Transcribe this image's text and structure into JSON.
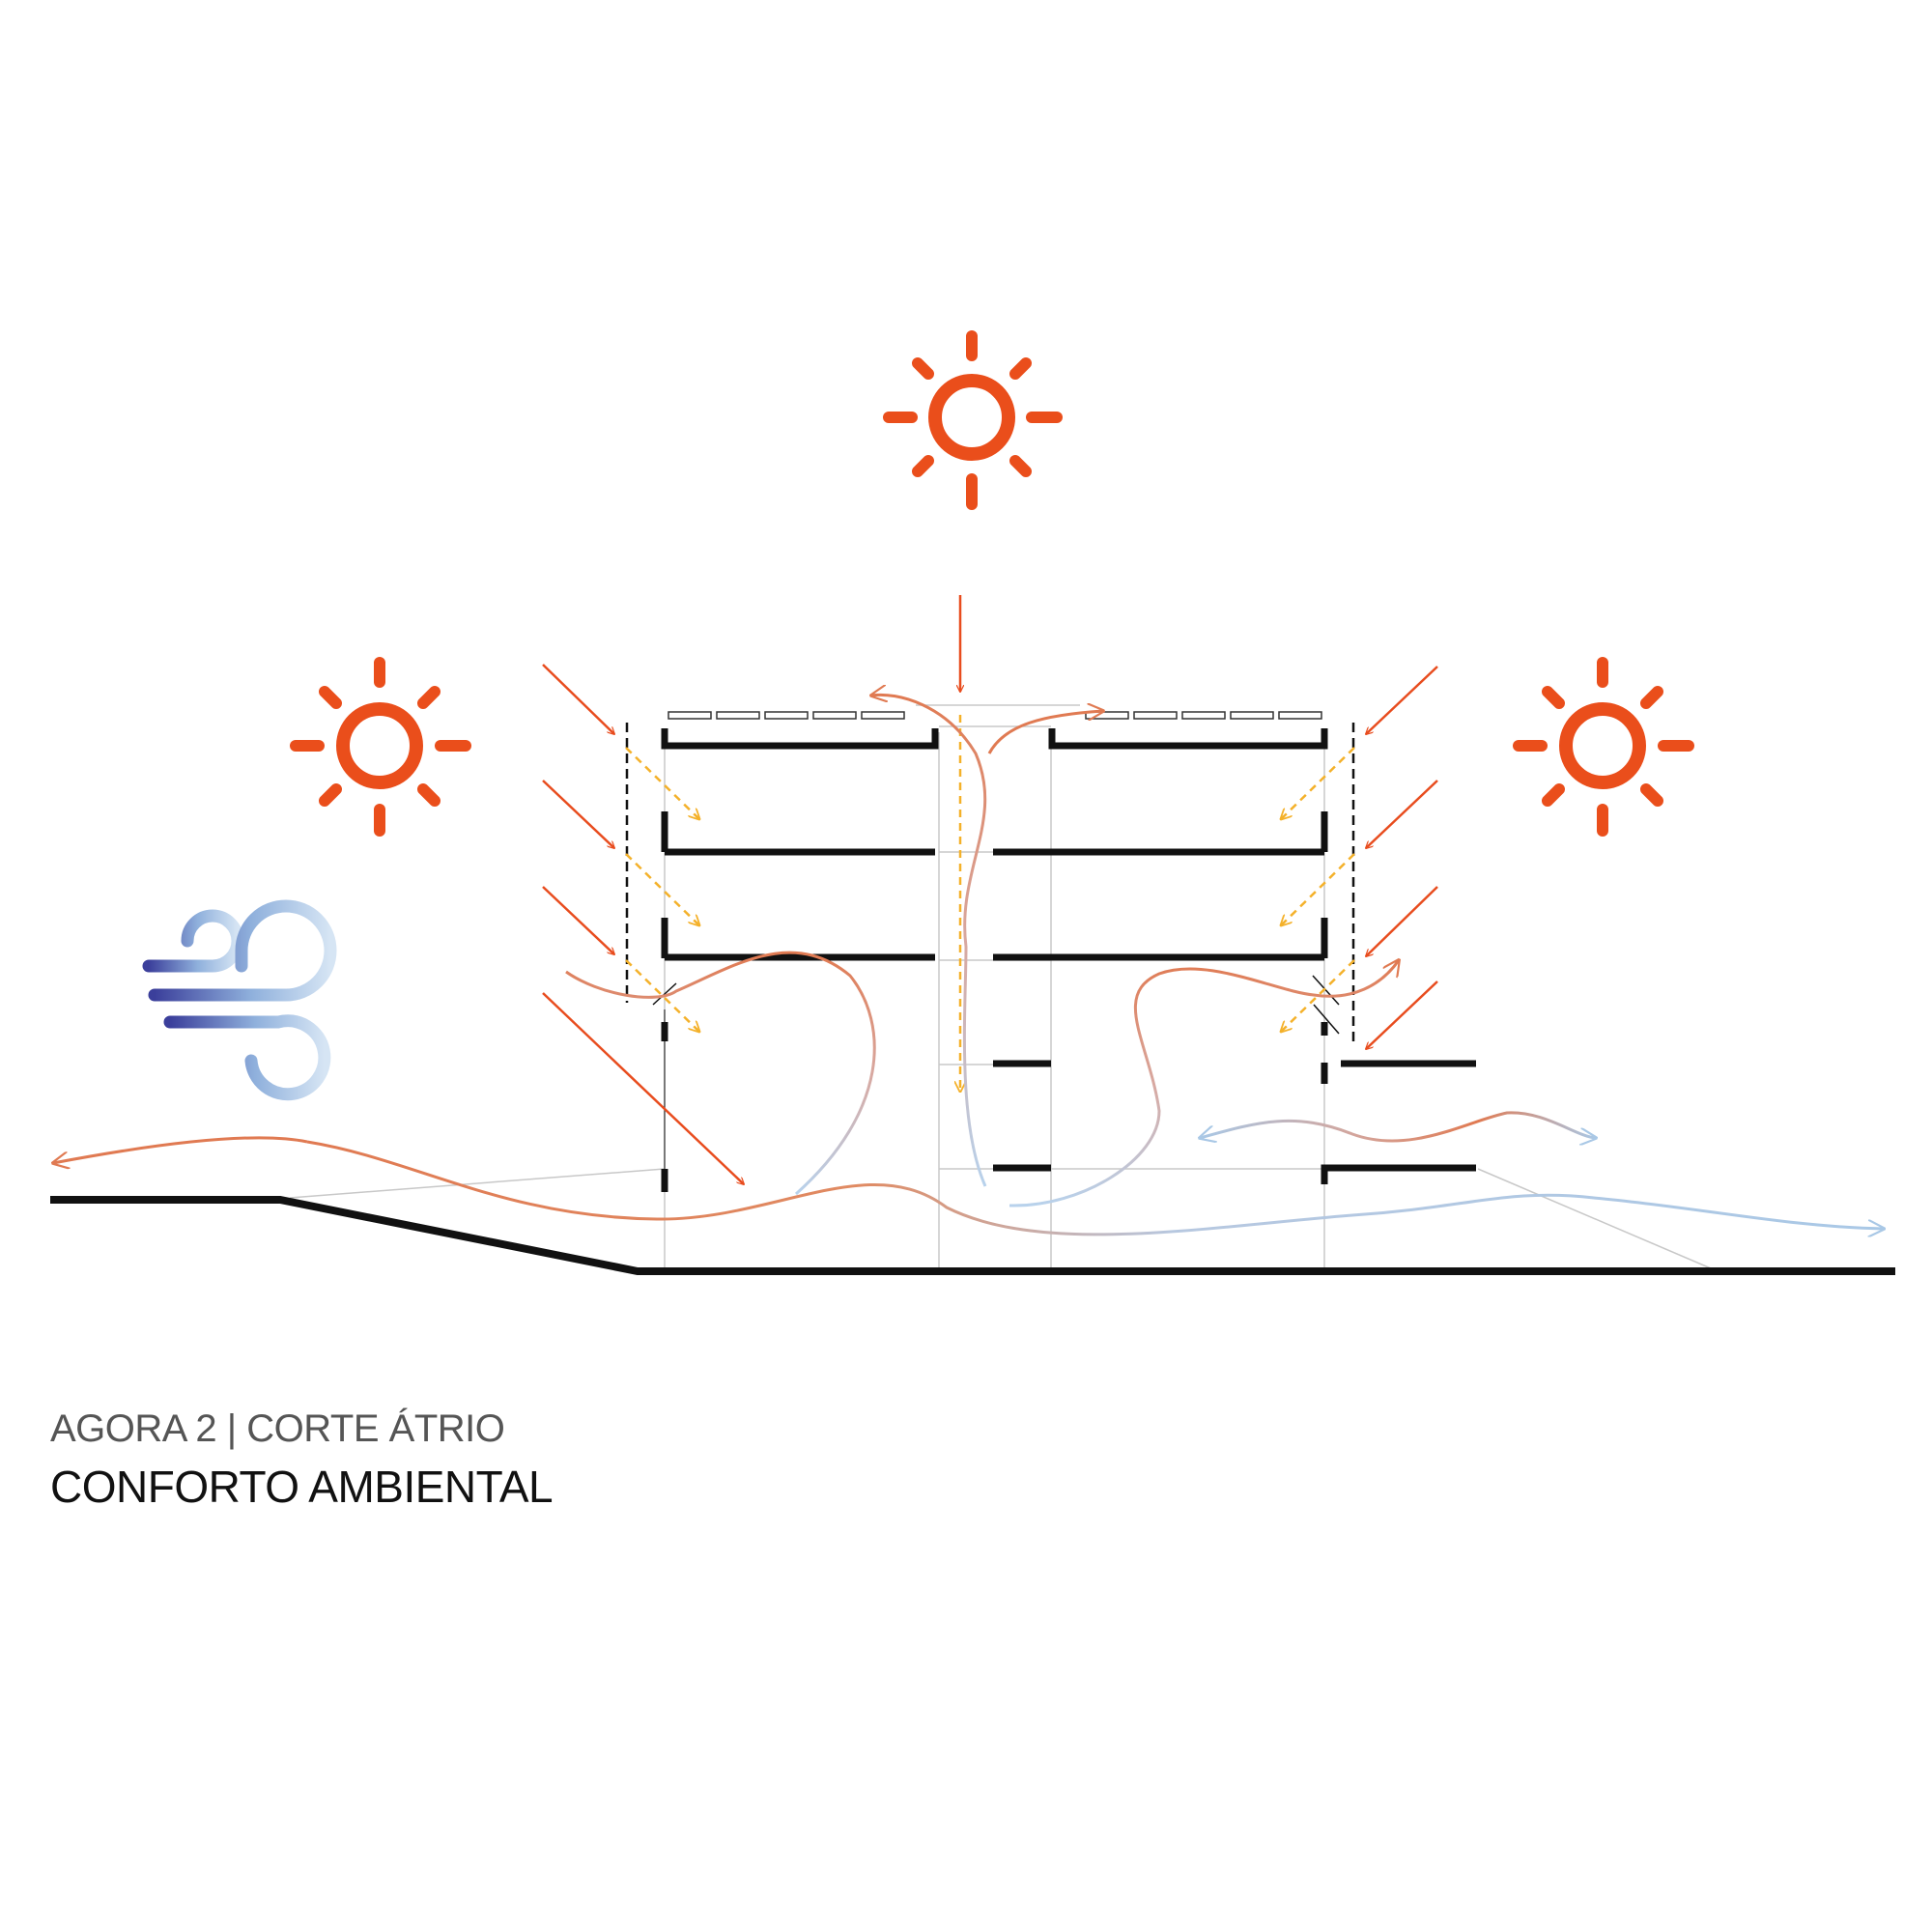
{
  "caption": {
    "subtitle": "AGORA 2 | CORTE ÁTRIO",
    "title": "CONFORTO AMBIENTAL"
  },
  "colors": {
    "sun": "#ea4e1b",
    "solar_ray": "#e84c1e",
    "reflected_light": "#f4b12a",
    "warm_air": "#e07a52",
    "cool_air": "#a9c8e6",
    "wind_dark": "#3b3f9b",
    "wind_light": "#c9dcef",
    "structure": "#111111",
    "grid": "#c8c8c8"
  },
  "icons": {
    "suns": [
      "sun-icon-top",
      "sun-icon-left",
      "sun-icon-right"
    ],
    "wind": "wind-icon"
  }
}
